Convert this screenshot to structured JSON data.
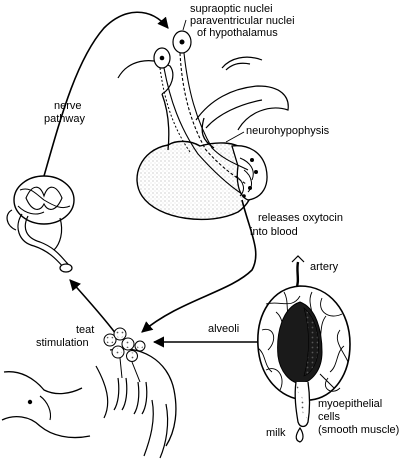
{
  "labels": {
    "nuclei_line1": "supraoptic nuclei",
    "nuclei_line2": "paraventricular nuclei",
    "nuclei_line3": "of hypothalamus",
    "nerve_line1": "nerve",
    "nerve_line2": "pathway",
    "neurohypophysis": "neurohypophysis",
    "releases_line1": "releases oxytocin",
    "releases_line2": "into blood",
    "artery": "artery",
    "teat_line1": "teat",
    "teat_line2": "stimulation",
    "alveoli": "alveoli",
    "myo_line1": "myoepithelial",
    "myo_line2": "cells",
    "myo_line3": "(smooth muscle)",
    "milk": "milk"
  }
}
